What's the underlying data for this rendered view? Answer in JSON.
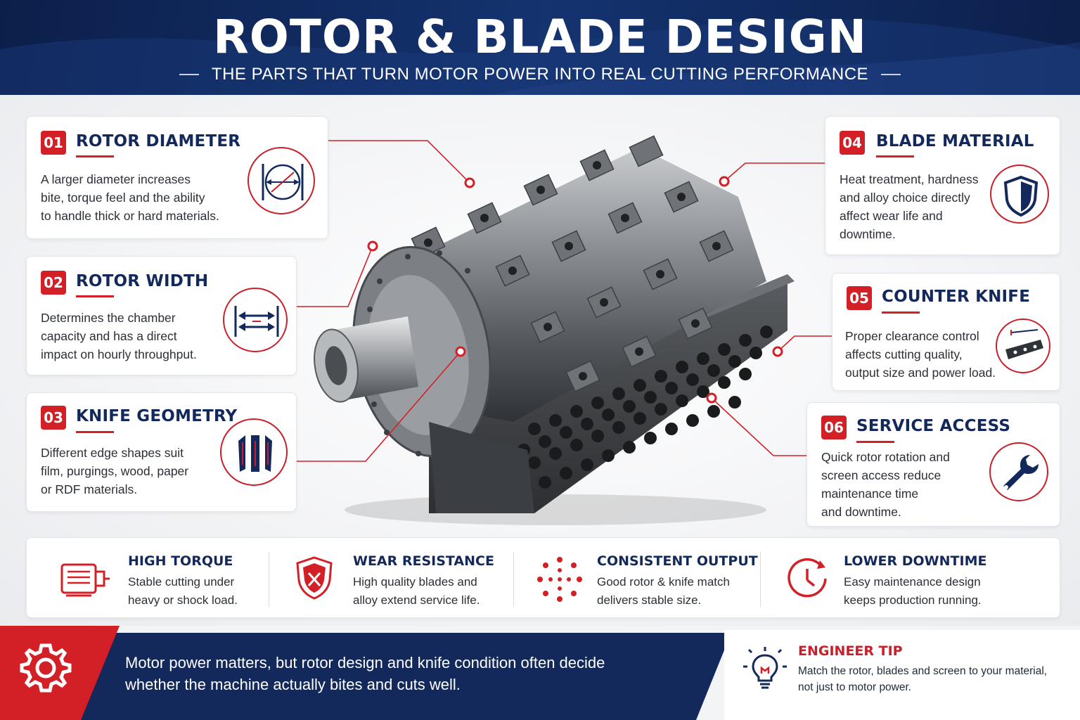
{
  "header": {
    "title": "ROTOR & BLADE DESIGN",
    "subtitle": "THE PARTS THAT TURN MOTOR POWER INTO REAL CUTTING PERFORMANCE"
  },
  "cards": [
    {
      "number": "01",
      "title": "ROTOR DIAMETER",
      "lines": [
        "A larger diameter increases",
        "bite, torque feel and the ability",
        "to handle thick or hard materials."
      ],
      "icon": "diameter-icon"
    },
    {
      "number": "02",
      "title": "ROTOR WIDTH",
      "lines": [
        "Determines the chamber",
        "capacity and has a direct",
        "impact on hourly throughput."
      ],
      "icon": "width-arrows-icon"
    },
    {
      "number": "03",
      "title": "KNIFE GEOMETRY",
      "lines": [
        "Different edge shapes suit",
        "film, purgings, wood, paper",
        "or RDF materials."
      ],
      "icon": "knife-blades-icon"
    },
    {
      "number": "04",
      "title": "BLADE MATERIAL",
      "lines": [
        "Heat treatment, hardness",
        "and alloy choice directly",
        "affect wear life and",
        "downtime."
      ],
      "icon": "shield-icon"
    },
    {
      "number": "05",
      "title": "COUNTER KNIFE",
      "lines": [
        "Proper clearance control",
        "affects cutting quality,",
        "output size and power load."
      ],
      "icon": "counter-knife-icon"
    },
    {
      "number": "06",
      "title": "SERVICE ACCESS",
      "lines": [
        "Quick rotor rotation and",
        "screen access reduce",
        "maintenance time",
        "and downtime."
      ],
      "icon": "wrench-icon"
    }
  ],
  "features": [
    {
      "title": "HIGH TORQUE",
      "lines": [
        "Stable cutting under",
        "heavy or shock load."
      ],
      "icon": "motor-icon"
    },
    {
      "title": "WEAR RESISTANCE",
      "lines": [
        "High quality blades and",
        "alloy extend service life."
      ],
      "icon": "shield-blade-icon"
    },
    {
      "title": "CONSISTENT OUTPUT",
      "lines": [
        "Good rotor & knife match",
        "delivers stable size."
      ],
      "icon": "dots-circle-icon"
    },
    {
      "title": "LOWER DOWNTIME",
      "lines": [
        "Easy maintenance design",
        "keeps production running."
      ],
      "icon": "clock-icon"
    }
  ],
  "footer": {
    "message_lines": [
      "Motor power matters, but rotor design and knife condition often decide",
      "whether the machine actually bites and cuts well."
    ],
    "gear_icon": "gear-icon",
    "tip_title": "ENGINEER TIP",
    "tip_lines": [
      "Match the rotor, blades and screen to your material,",
      "not just to motor power."
    ],
    "tip_icon": "lightbulb-icon"
  },
  "colors": {
    "navy": "#13295b",
    "header_navy": "#0c1f4a",
    "accent_red": "#d32027"
  }
}
